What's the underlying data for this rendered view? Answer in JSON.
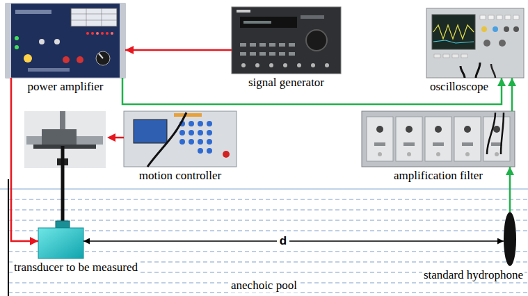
{
  "diagram": {
    "nodes": [
      {
        "text": [
          "power amplifier"
        ]
      },
      {
        "text": [
          "signal generator"
        ]
      },
      {
        "text": [
          "oscilloscope"
        ]
      },
      {
        "text": [
          "motion controller"
        ]
      },
      {
        "text": [
          "amplification filter"
        ]
      },
      {
        "text": [
          "transducer to be measured"
        ]
      },
      {
        "text": [
          "standard hydrophone"
        ]
      }
    ],
    "edges": [
      {
        "from": 1,
        "to": 0,
        "arrow": "to"
      },
      {
        "from": 0,
        "to": 2,
        "arrow": "to"
      },
      {
        "from": 0,
        "to": 5,
        "arrow": "to"
      },
      {
        "from": 6,
        "to": 4,
        "arrow": "to"
      },
      {
        "from": 4,
        "to": 2,
        "arrow": "to"
      },
      {
        "from": 5,
        "to": 6,
        "label": "d",
        "arrow": "both"
      }
    ],
    "labels": [
      "anechoic pool"
    ]
  }
}
